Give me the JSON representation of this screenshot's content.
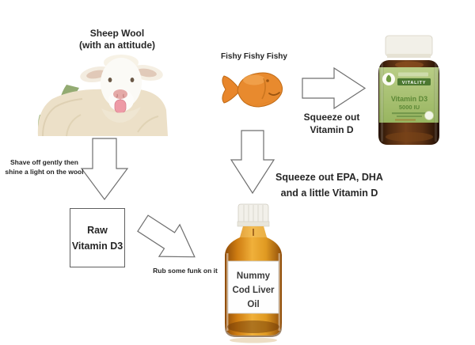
{
  "diagram": {
    "sheep_title_line1": "Sheep Wool",
    "sheep_title_line2": "(with an attitude)",
    "fish_title": "Fishy Fishy Fishy",
    "shave_note_line1": "Shave off gently then",
    "shave_note_line2": "shine a light on the wool",
    "raw_box_line1": "Raw",
    "raw_box_line2": "Vitamin D3",
    "rub_note": "Rub some funk on it",
    "squeeze_d_line1": "Squeeze out",
    "squeeze_d_line2": "Vitamin D",
    "squeeze_epa_line1": "Squeeze out EPA, DHA",
    "squeeze_epa_line2": "and a little Vitamin D"
  },
  "vitamin_bottle": {
    "brand": "VITALITY",
    "product": "Vitamin D3",
    "dose": "5000 IU"
  },
  "cod_bottle": {
    "label_line1": "Nummy",
    "label_line2": "Cod Liver",
    "label_line3": "Oil"
  },
  "colors": {
    "text": "#262626",
    "arrow_outline": "#6f6f6f",
    "goldfish_orange": "#e88a2e",
    "label_green": "#a7c06f",
    "badge_green": "#4c7831",
    "amber_glass_dark": "#4f2a10",
    "oil_amber": "#e09a22",
    "background": "#ffffff"
  }
}
